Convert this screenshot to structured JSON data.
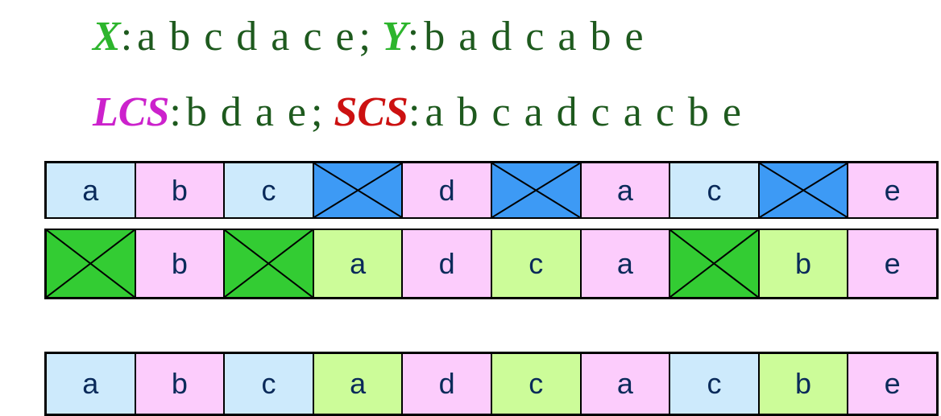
{
  "header": {
    "x_label": "X",
    "x_seq": "a b c d a c e",
    "y_label": "Y",
    "y_seq": "b a d c a b e",
    "lcs_label": "LCS",
    "lcs_seq": "b d a e",
    "scs_label": "SCS",
    "scs_seq": "a b c a d c a c b e",
    "colon": ":",
    "separator": ";"
  },
  "colors": {
    "text_green": "#1e5a1e",
    "y_green": "#2db52d",
    "lcs_magenta": "#cc22cc",
    "scs_red": "#cc1111",
    "light_blue": "#cdeafc",
    "pink": "#fcccfc",
    "light_green": "#ccfc99",
    "gap_blue": "#3d9af5",
    "gap_green": "#33cc33"
  },
  "rows": [
    {
      "name": "x-alignment-row",
      "cells": [
        {
          "text": "a",
          "color": "#cdeafc",
          "gap": false
        },
        {
          "text": "b",
          "color": "#fcccfc",
          "gap": false
        },
        {
          "text": "c",
          "color": "#cdeafc",
          "gap": false
        },
        {
          "text": "",
          "color": "#3d9af5",
          "gap": true
        },
        {
          "text": "d",
          "color": "#fcccfc",
          "gap": false
        },
        {
          "text": "",
          "color": "#3d9af5",
          "gap": true
        },
        {
          "text": "a",
          "color": "#fcccfc",
          "gap": false
        },
        {
          "text": "c",
          "color": "#cdeafc",
          "gap": false
        },
        {
          "text": "",
          "color": "#3d9af5",
          "gap": true
        },
        {
          "text": "e",
          "color": "#fcccfc",
          "gap": false
        }
      ]
    },
    {
      "name": "y-alignment-row",
      "cells": [
        {
          "text": "",
          "color": "#33cc33",
          "gap": true
        },
        {
          "text": "b",
          "color": "#fcccfc",
          "gap": false
        },
        {
          "text": "",
          "color": "#33cc33",
          "gap": true
        },
        {
          "text": "a",
          "color": "#ccfc99",
          "gap": false
        },
        {
          "text": "d",
          "color": "#fcccfc",
          "gap": false
        },
        {
          "text": "c",
          "color": "#ccfc99",
          "gap": false
        },
        {
          "text": "a",
          "color": "#fcccfc",
          "gap": false
        },
        {
          "text": "",
          "color": "#33cc33",
          "gap": true
        },
        {
          "text": "b",
          "color": "#ccfc99",
          "gap": false
        },
        {
          "text": "e",
          "color": "#fcccfc",
          "gap": false
        }
      ]
    },
    {
      "name": "scs-result-row",
      "cells": [
        {
          "text": "a",
          "color": "#cdeafc",
          "gap": false
        },
        {
          "text": "b",
          "color": "#fcccfc",
          "gap": false
        },
        {
          "text": "c",
          "color": "#cdeafc",
          "gap": false
        },
        {
          "text": "a",
          "color": "#ccfc99",
          "gap": false
        },
        {
          "text": "d",
          "color": "#fcccfc",
          "gap": false
        },
        {
          "text": "c",
          "color": "#ccfc99",
          "gap": false
        },
        {
          "text": "a",
          "color": "#fcccfc",
          "gap": false
        },
        {
          "text": "c",
          "color": "#cdeafc",
          "gap": false
        },
        {
          "text": "b",
          "color": "#ccfc99",
          "gap": false
        },
        {
          "text": "e",
          "color": "#fcccfc",
          "gap": false
        }
      ]
    }
  ]
}
